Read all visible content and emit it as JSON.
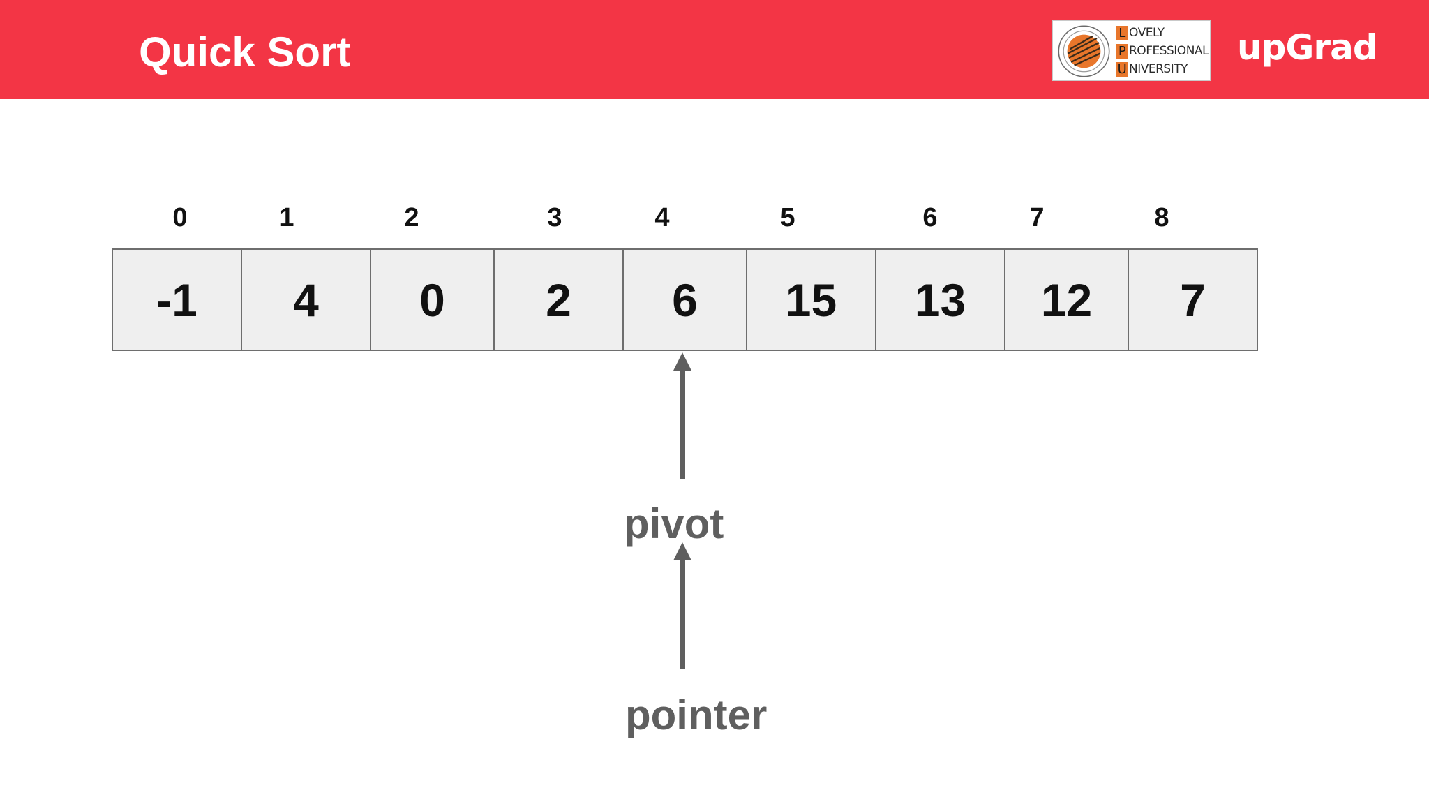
{
  "header": {
    "title": "Quick Sort",
    "lpu_logo": {
      "lines": [
        {
          "initial": "L",
          "rest": "OVELY"
        },
        {
          "initial": "P",
          "rest": "ROFESSIONAL"
        },
        {
          "initial": "U",
          "rest": "NIVERSITY"
        }
      ],
      "seal_icon": "lpu-seal-icon"
    },
    "upgrad_logo": "upGrad",
    "colors": {
      "banner": "#f33545",
      "text": "#ffffff",
      "lpu_accent": "#e8762b"
    }
  },
  "array": {
    "indices": [
      "0",
      "1",
      "2",
      "3",
      "4",
      "5",
      "6",
      "7",
      "8"
    ],
    "values": [
      "-1",
      "4",
      "0",
      "2",
      "6",
      "15",
      "13",
      "12",
      "7"
    ],
    "cell_fill": "#efefef"
  },
  "annotations": {
    "pivot_label": "pivot",
    "pointer_label": "pointer",
    "pivot_index": 4,
    "arrow_color": "#5f5f5f",
    "label_color": "#5f5f5f"
  }
}
